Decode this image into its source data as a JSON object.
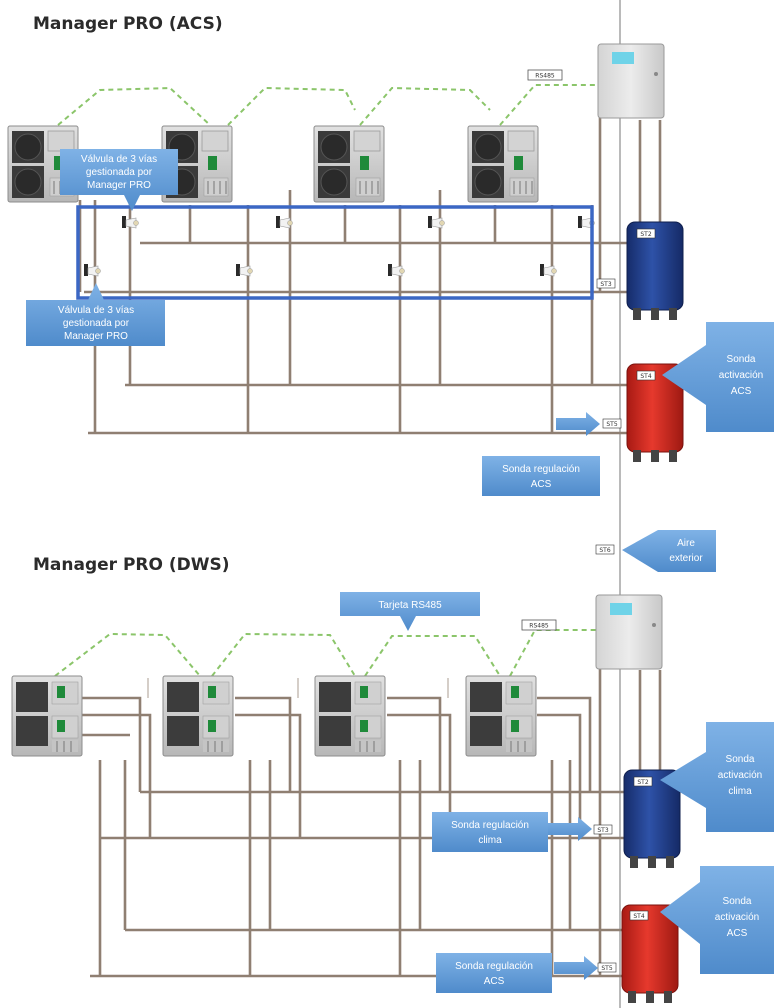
{
  "sections": {
    "acs": {
      "title": "Manager PRO (ACS)",
      "bus_label": "RS485",
      "sensors": [
        "ST2",
        "ST3",
        "ST4",
        "ST5"
      ],
      "callouts": {
        "valve_top": [
          "Válvula de 3 vías",
          "gestionada por",
          "Manager PRO"
        ],
        "valve_bottom": [
          "Válvula de 3 vías",
          "gestionada por",
          "Manager PRO"
        ],
        "dhw_activation": [
          "Sonda",
          "activación",
          "ACS"
        ],
        "dhw_regulation": [
          "Sonda regulación",
          "ACS"
        ]
      }
    },
    "dws": {
      "title": "Manager PRO (DWS)",
      "bus_label": "RS485",
      "sensors": [
        "ST6",
        "ST2",
        "ST3",
        "ST4",
        "ST5"
      ],
      "callouts": {
        "outdoor_air": [
          "Aire",
          "exterior"
        ],
        "rs485_card": [
          "Tarjeta RS485"
        ],
        "climate_activation": [
          "Sonda",
          "activación",
          "clima"
        ],
        "climate_regulation": [
          "Sonda regulación",
          "clima"
        ],
        "dhw_activation": [
          "Sonda",
          "activación",
          "ACS"
        ],
        "dhw_regulation": [
          "Sonda regulación",
          "ACS"
        ]
      }
    }
  },
  "colors": {
    "callout_fill": "#5e9ad6",
    "highlight_frame": "#3b67c4",
    "tank_climate": "#1f3c8a",
    "tank_dhw": "#d6281f",
    "comm_line": "#8bc56a",
    "pipe": "#8f7f72"
  }
}
